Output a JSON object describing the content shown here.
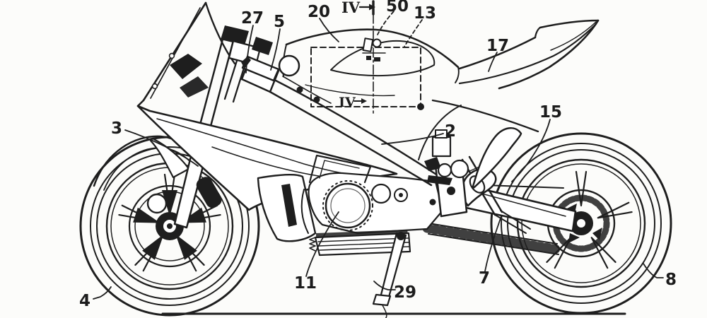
{
  "colors": {
    "ink": "#1e1e1e",
    "paper": "#fcfcfa"
  },
  "labels": {
    "l2": "2",
    "l3": "3",
    "l4": "4",
    "l5": "5",
    "l7": "7",
    "l8": "8",
    "l11": "11",
    "l13": "13",
    "l15": "15",
    "l17": "17",
    "l20": "20",
    "l27": "27",
    "l29": "29",
    "l50": "50",
    "iv_top": "IV",
    "iv_inner": "IV"
  }
}
